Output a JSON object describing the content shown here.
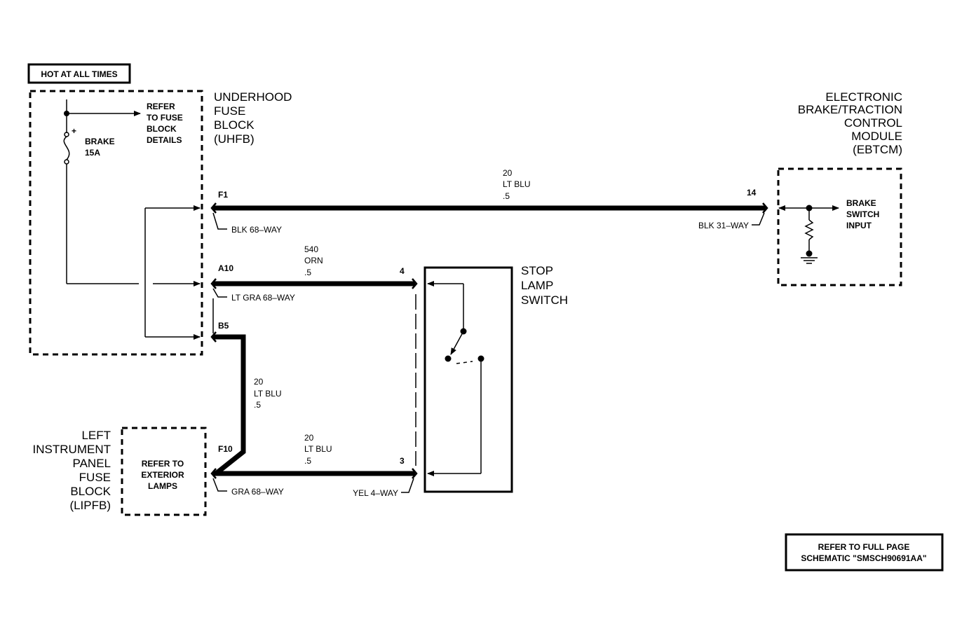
{
  "hot_label": "HOT AT ALL TIMES",
  "uhfb": {
    "title_lines": [
      "UNDERHOOD",
      "FUSE",
      "BLOCK",
      "(UHFB)"
    ],
    "refer_lines": [
      "REFER",
      "TO FUSE",
      "BLOCK",
      "DETAILS"
    ],
    "fuse_name": "BRAKE",
    "fuse_rating": "15A",
    "plus": "+"
  },
  "ebtcm": {
    "title_lines": [
      "ELECTRONIC",
      "BRAKE/TRACTION",
      "CONTROL",
      "MODULE",
      "(EBTCM)"
    ],
    "input_lines": [
      "BRAKE",
      "SWITCH",
      "INPUT"
    ]
  },
  "stop_lamp_switch": {
    "title_lines": [
      "STOP",
      "LAMP",
      "SWITCH"
    ]
  },
  "lipfb": {
    "title_lines": [
      "LEFT",
      "INSTRUMENT",
      "PANEL",
      "FUSE",
      "BLOCK",
      "(LIPFB)"
    ],
    "refer_lines": [
      "REFER TO",
      "EXTERIOR",
      "LAMPS"
    ]
  },
  "pins": {
    "f1": "F1",
    "a10": "A10",
    "b5": "B5",
    "f10": "F10",
    "p14": "14",
    "p4": "4",
    "p3": "3"
  },
  "connectors": {
    "blk68": "BLK 68–WAY",
    "ltgra68": "LT GRA 68–WAY",
    "gra68": "GRA 68–WAY",
    "blk31": "BLK 31–WAY",
    "yel4": "YEL 4–WAY"
  },
  "wires": {
    "top": [
      "20",
      "LT BLU",
      ".5"
    ],
    "orn": [
      "540",
      "ORN",
      ".5"
    ],
    "vert": [
      "20",
      "LT BLU",
      ".5"
    ],
    "bottom": [
      "20",
      "LT BLU",
      ".5"
    ]
  },
  "footer_lines": [
    "REFER TO FULL PAGE",
    "SCHEMATIC \"SMSCH90691AA\""
  ]
}
